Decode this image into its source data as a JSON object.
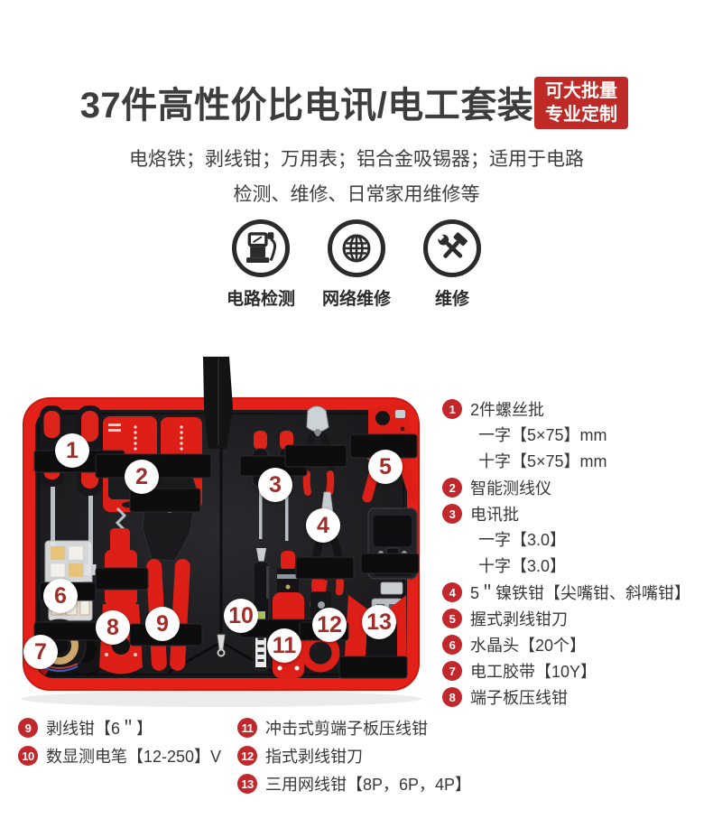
{
  "header": {
    "title": "37件高性价比电讯/电工套装",
    "badge_line1": "可大批量",
    "badge_line2": "专业定制",
    "subtitle_line1": "电烙铁；剥线钳；万用表；铝合金吸锡器；适用于电路",
    "subtitle_line2": "检测、维修、日常家用维修等"
  },
  "features": [
    {
      "icon": "circuit-test-icon",
      "label": "电路检测"
    },
    {
      "icon": "network-globe-icon",
      "label": "网络维修"
    },
    {
      "icon": "repair-tools-icon",
      "label": "维修"
    }
  ],
  "photo": {
    "markers": [
      "1",
      "2",
      "3",
      "4",
      "5",
      "6",
      "7",
      "8",
      "9",
      "10",
      "11",
      "12",
      "13"
    ]
  },
  "right_list": [
    {
      "num": "1",
      "text": "2件螺丝批",
      "subs": [
        "一字【5×75】mm",
        "十字【5×75】mm"
      ]
    },
    {
      "num": "2",
      "text": "智能测线仪",
      "subs": []
    },
    {
      "num": "3",
      "text": "电讯批",
      "subs": [
        "一字【3.0】",
        "十字【3.0】"
      ]
    },
    {
      "num": "4",
      "text": "5＂镍铁钳【尖嘴钳、斜嘴钳】",
      "subs": []
    },
    {
      "num": "5",
      "text": "握式剥线钳刀",
      "subs": []
    },
    {
      "num": "6",
      "text": "水晶头【20个】",
      "subs": []
    },
    {
      "num": "7",
      "text": "电工胶带【10Y】",
      "subs": []
    },
    {
      "num": "8",
      "text": "端子板压线钳",
      "subs": []
    }
  ],
  "bottom_list_left": [
    {
      "num": "9",
      "text": "剥线钳【6＂】"
    },
    {
      "num": "10",
      "text": "数显测电笔【12-250】V"
    }
  ],
  "bottom_list_right": [
    {
      "num": "11",
      "text": "冲击式剪端子板压线钳"
    },
    {
      "num": "12",
      "text": "指式剥线钳刀"
    },
    {
      "num": "13",
      "text": "三用网线钳【8P，6P，4P】"
    }
  ],
  "colors": {
    "badge_bg": "#bf2a26",
    "list_number_bg": "#c2272b",
    "marker_number": "#9f2e28",
    "case_red": "#e32119",
    "text_dark": "#3a3a3a"
  }
}
